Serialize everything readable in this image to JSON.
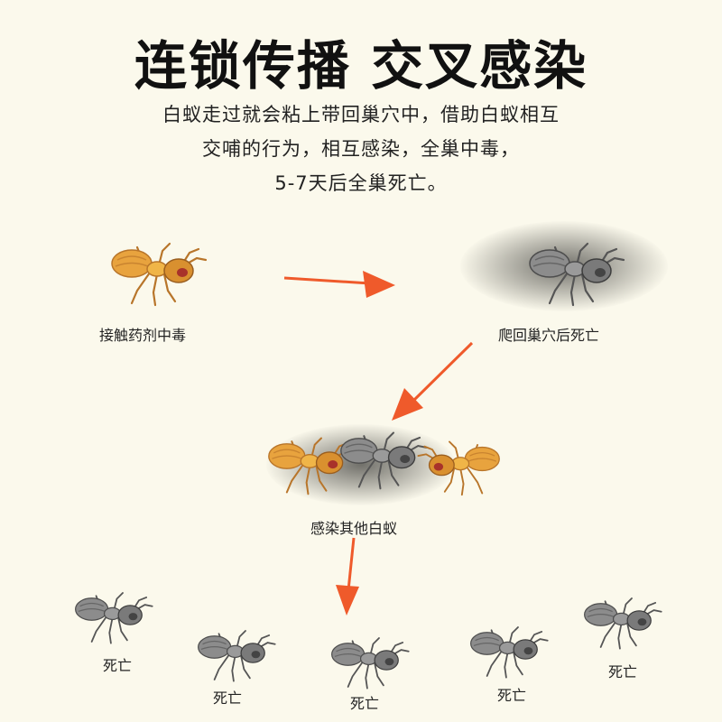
{
  "title": "连锁传播 交叉感染",
  "description": [
    "白蚁走过就会粘上带回巢穴中，借助白蚁相互",
    "交哺的行为，相互感染，全巢中毒，",
    "5-7天后全巢死亡。"
  ],
  "stages": {
    "contact": "接触药剂中毒",
    "return": "爬回巢穴后死亡",
    "infect": "感染其他白蚁"
  },
  "dead_labels": [
    "死亡",
    "死亡",
    "死亡",
    "死亡",
    "死亡"
  ],
  "colors": {
    "background": "#fbf9ec",
    "arrow": "#ef5a2b",
    "ant_orange": "#e39a3a",
    "ant_gray": "#8a8a8a"
  }
}
